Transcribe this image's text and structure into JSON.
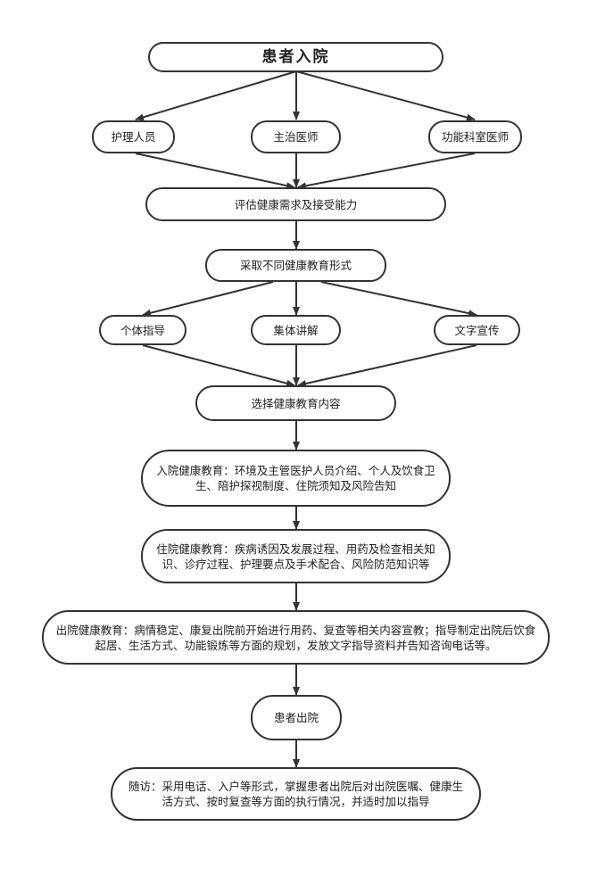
{
  "diagram": {
    "nodes": {
      "admission": "患者入院",
      "nurses": "护理人员",
      "attending": "主治医师",
      "functional": "功能科室医师",
      "assess": "评估健康需求及接受能力",
      "adopt": "采取不同健康教育形式",
      "individual": "个体指导",
      "group": "集体讲解",
      "written": "文字宣传",
      "select": "选择健康教育内容",
      "edu_admission": "入院健康教育：环境及主管医护人员介绍、个人及饮食卫生、陪护探视制度、住院须知及风险告知",
      "edu_inpatient": "住院健康教育：疾病诱因及发展过程、用药及检查相关知识、诊疗过程、护理要点及手术配合、风险防范知识等",
      "edu_discharge": "出院健康教育：病情稳定、康复出院前开始进行用药、复查等相关内容宣教；指导制定出院后饮食起居、生活方式、功能锻炼等方面的规划，发放文字指导资料并告知咨询电话等。",
      "discharge": "患者出院",
      "followup": "随访：采用电话、入户等形式，掌握患者出院后对出院医嘱、健康生活方式、按时复查等方面的执行情况，并适时加以指导"
    },
    "line_color": "#333333"
  }
}
